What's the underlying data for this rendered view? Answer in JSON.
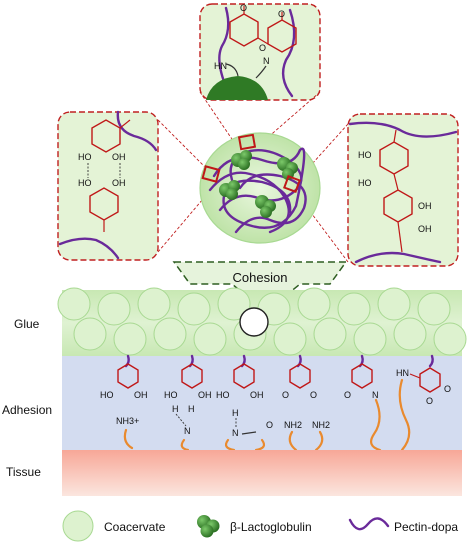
{
  "labels": {
    "cohesion": "Cohesion",
    "glue": "Glue",
    "adhesion": "Adhesion",
    "tissue": "Tissue"
  },
  "legend": {
    "coacervate": "Coacervate",
    "lactoglobulin": "β-Lactoglobulin",
    "pectin_dopa": "Pectin-dopa"
  },
  "chem": {
    "ho": "HO",
    "oh": "OH",
    "o": "O",
    "h": "H",
    "n": "N",
    "hn": "HN",
    "nh3": "NH3+",
    "nh2": "NH2",
    "ho_dots": "HO·····HO"
  },
  "colors": {
    "catechol_red": "#c01818",
    "pectin_purple": "#6a2a9a",
    "protein_green": "#3e8e2e",
    "coacervate_green": "#ddf2cf",
    "tether_orange": "#e98a2e",
    "adhesion_blue": "#d3dcf0",
    "tissue_pink": "#f5b5aa"
  }
}
